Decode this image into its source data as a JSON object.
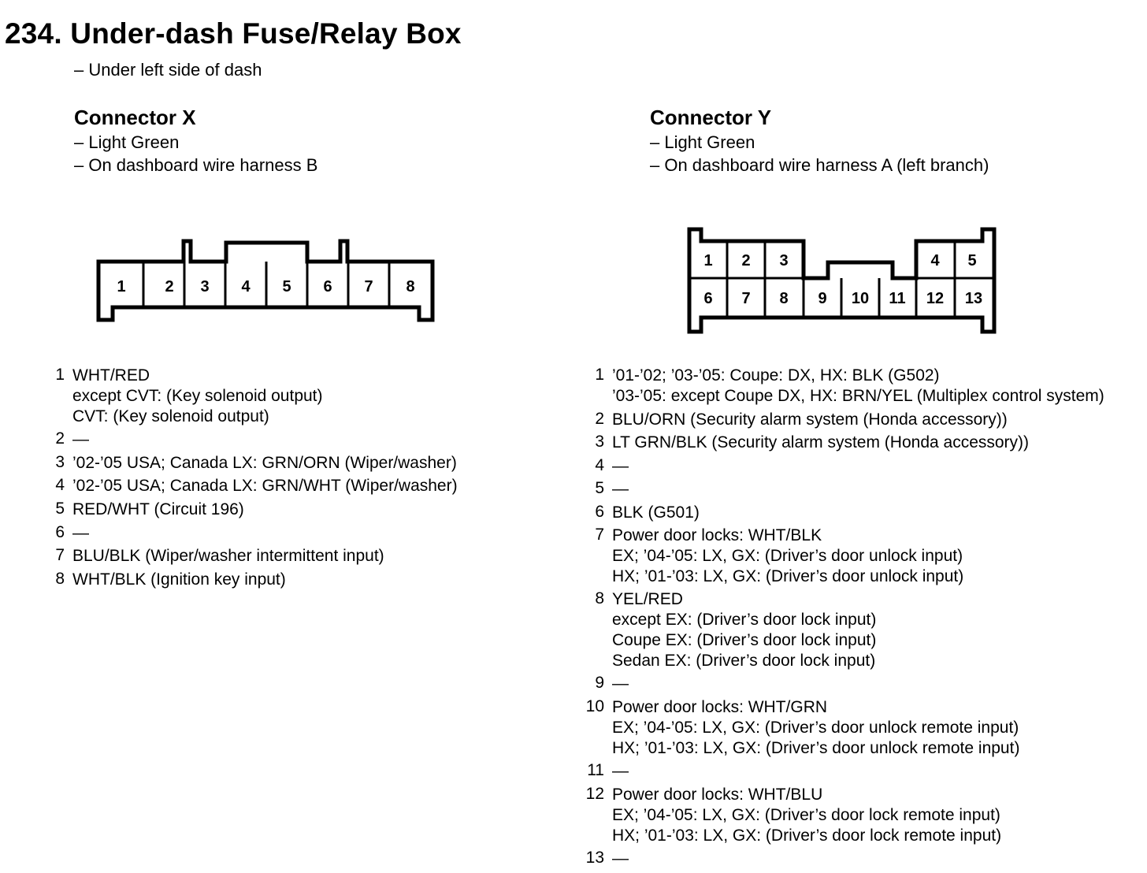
{
  "page": {
    "title": "234. Under-dash Fuse/Relay Box",
    "subtitle": "– Under left side of dash"
  },
  "connector_x": {
    "title": "Connector X",
    "color": "– Light Green",
    "location": "– On dashboard wire harness B",
    "terminals": [
      {
        "num": "1",
        "lines": [
          "WHT/RED",
          "except CVT: (Key solenoid output)",
          "CVT: (Key solenoid output)"
        ]
      },
      {
        "num": "2",
        "lines": [
          "—"
        ]
      },
      {
        "num": "3",
        "lines": [
          "’02-’05 USA; Canada LX: GRN/ORN (Wiper/washer)"
        ]
      },
      {
        "num": "4",
        "lines": [
          "’02-’05 USA; Canada LX: GRN/WHT (Wiper/washer)"
        ]
      },
      {
        "num": "5",
        "lines": [
          "RED/WHT (Circuit 196)"
        ]
      },
      {
        "num": "6",
        "lines": [
          "—"
        ]
      },
      {
        "num": "7",
        "lines": [
          "BLU/BLK (Wiper/washer intermittent input)"
        ]
      },
      {
        "num": "8",
        "lines": [
          "WHT/BLK (Ignition key input)"
        ]
      }
    ]
  },
  "connector_y": {
    "title": "Connector Y",
    "color": "– Light Green",
    "location": "– On dashboard wire harness A (left branch)",
    "terminals": [
      {
        "num": "1",
        "lines": [
          "’01-’02; ’03-’05: Coupe: DX, HX: BLK (G502)",
          "’03-’05: except Coupe DX, HX: BRN/YEL (Multiplex control system)"
        ]
      },
      {
        "num": "2",
        "lines": [
          "BLU/ORN (Security alarm system (Honda accessory))"
        ]
      },
      {
        "num": "3",
        "lines": [
          "LT GRN/BLK (Security alarm system (Honda accessory))"
        ]
      },
      {
        "num": "4",
        "lines": [
          "—"
        ]
      },
      {
        "num": "5",
        "lines": [
          "—"
        ]
      },
      {
        "num": "6",
        "lines": [
          "BLK (G501)"
        ]
      },
      {
        "num": "7",
        "lines": [
          "Power door locks: WHT/BLK",
          "EX; ’04-’05: LX, GX: (Driver’s door unlock input)",
          "HX; ’01-’03: LX, GX: (Driver’s door unlock input)"
        ]
      },
      {
        "num": "8",
        "lines": [
          "YEL/RED",
          "except EX: (Driver’s door lock input)",
          "Coupe EX: (Driver’s door lock input)",
          "Sedan EX: (Driver’s door lock input)"
        ]
      },
      {
        "num": "9",
        "lines": [
          "—"
        ]
      },
      {
        "num": "10",
        "lines": [
          "Power door locks: WHT/GRN",
          "EX; ’04-’05: LX, GX: (Driver’s door unlock remote input)",
          "HX; ’01-’03: LX, GX: (Driver’s door unlock remote input)"
        ]
      },
      {
        "num": "11",
        "lines": [
          "—"
        ]
      },
      {
        "num": "12",
        "lines": [
          "Power door locks: WHT/BLU",
          "EX; ’04-’05: LX, GX: (Driver’s door lock remote input)",
          "HX; ’01-’03: LX, GX: (Driver’s door lock remote input)"
        ]
      },
      {
        "num": "13",
        "lines": [
          "—"
        ]
      }
    ]
  }
}
